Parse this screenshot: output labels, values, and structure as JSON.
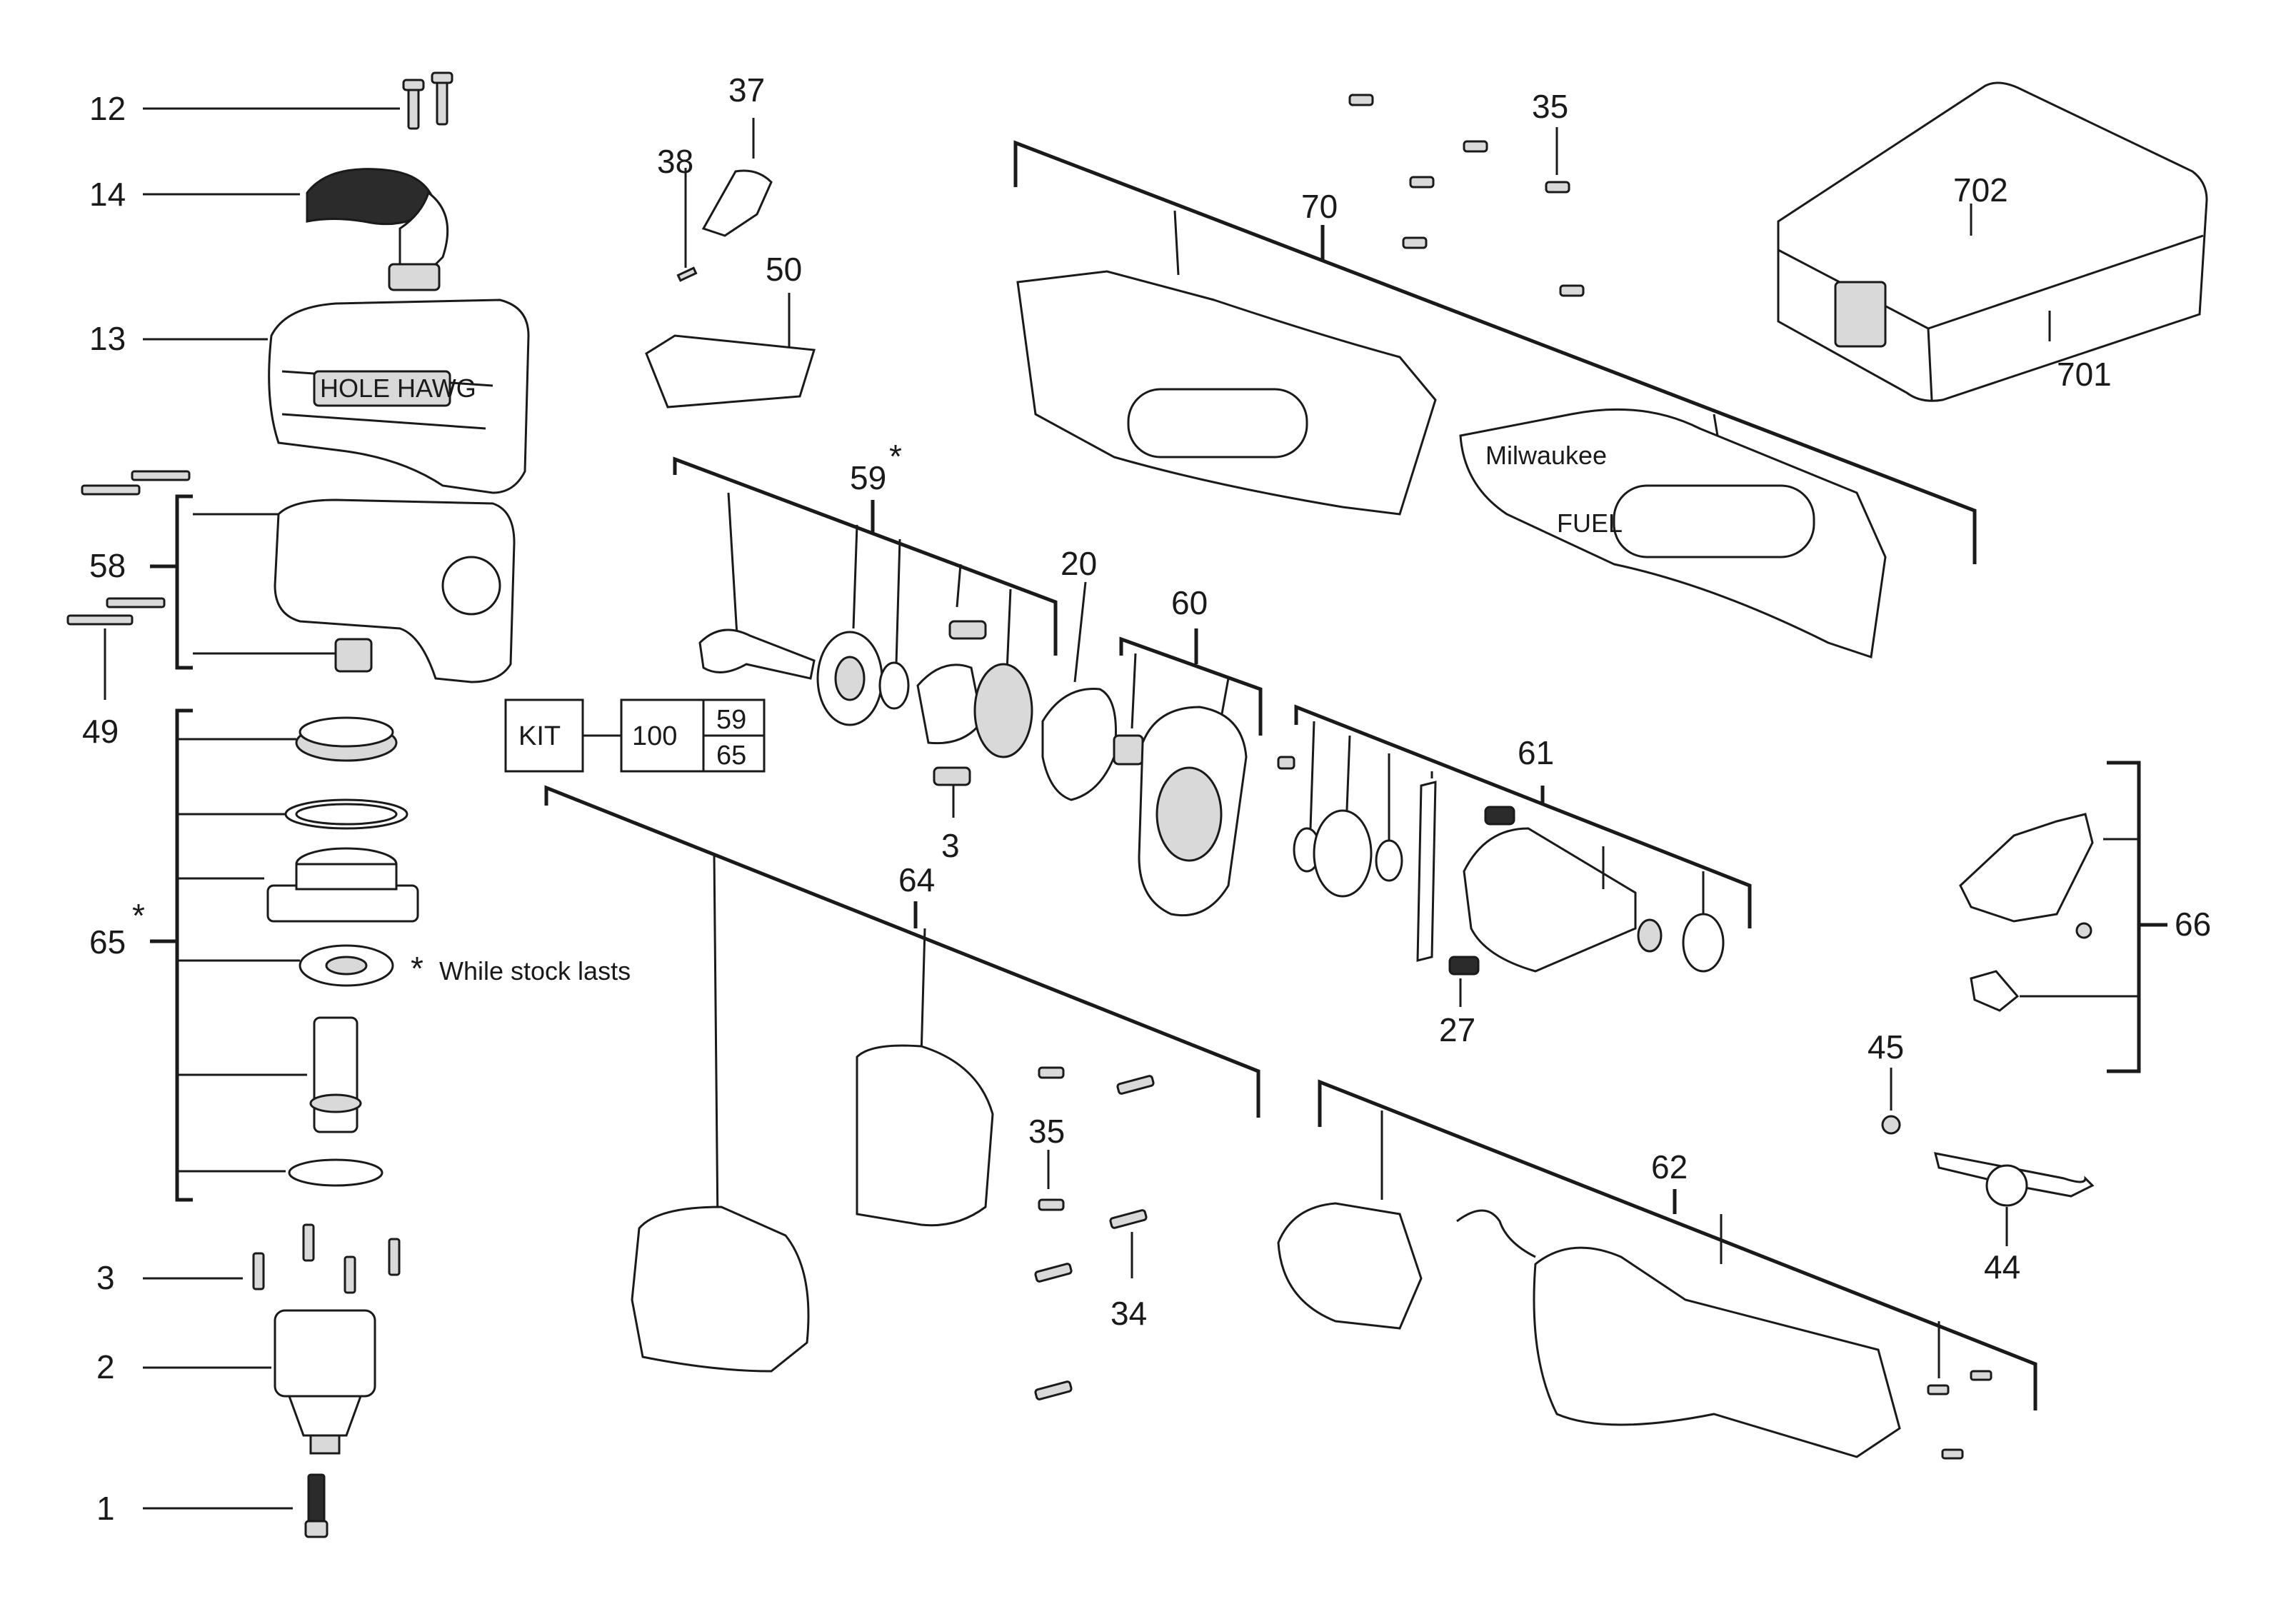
{
  "labels": {
    "l12": "12",
    "l14": "14",
    "l13": "13",
    "l58": "58",
    "l49": "49",
    "l65": "65",
    "l3a": "3",
    "l2": "2",
    "l1": "1",
    "l37": "37",
    "l38": "38",
    "l50": "50",
    "l59": "59",
    "l20": "20",
    "l60": "60",
    "l3b": "3",
    "l35a": "35",
    "l70": "70",
    "l702": "702",
    "l701": "701",
    "l61": "61",
    "l27": "27",
    "l66": "66",
    "l64": "64",
    "l35b": "35",
    "l34": "34",
    "l45": "45",
    "l44": "44",
    "l62": "62"
  },
  "asterisks": {
    "a59": "*",
    "a65": "*",
    "anote": "*"
  },
  "note": "While stock lasts",
  "kit": {
    "title": "KIT",
    "number": "100",
    "parts": [
      "59",
      "65"
    ]
  },
  "brand_marks": {
    "hole_hawg": "HOLE HAWG",
    "milwaukee": "Milwaukee",
    "fuel": "FUEL"
  }
}
